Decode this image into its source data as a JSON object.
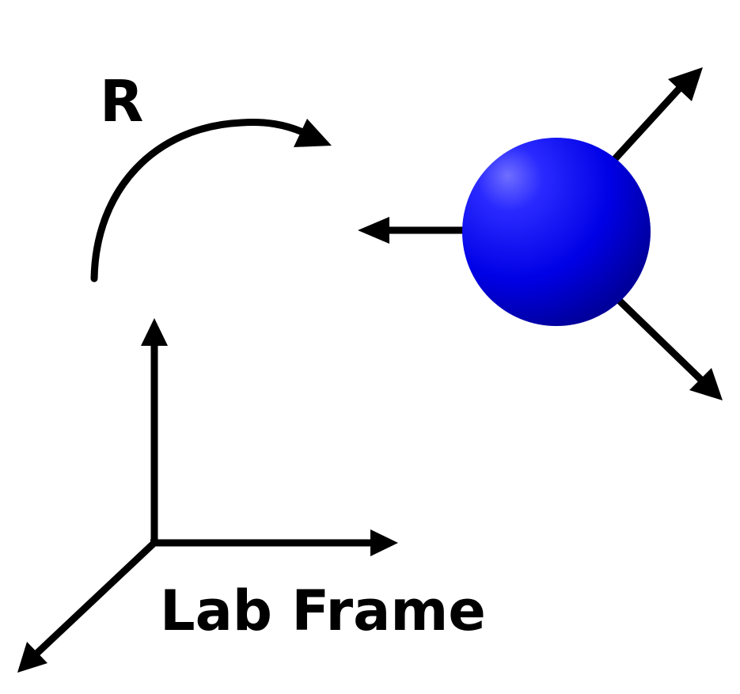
{
  "rotation_label": "R",
  "frame_label": "Lab Frame",
  "colors": {
    "ink": "#000000",
    "background": "#ffffff",
    "sphere_base": "#0000e6",
    "sphere_highlight": "#6f6fff",
    "sphere_shadow": "#00009a"
  },
  "elements": {
    "rotation_arrow": "curved-arrow-icon",
    "molecule": "sphere-icon",
    "molecule_axes": [
      "axis-arrow-left",
      "axis-arrow-up-right",
      "axis-arrow-down-right"
    ],
    "lab_axes": [
      "axis-arrow-up",
      "axis-arrow-right",
      "axis-arrow-down-left"
    ]
  }
}
